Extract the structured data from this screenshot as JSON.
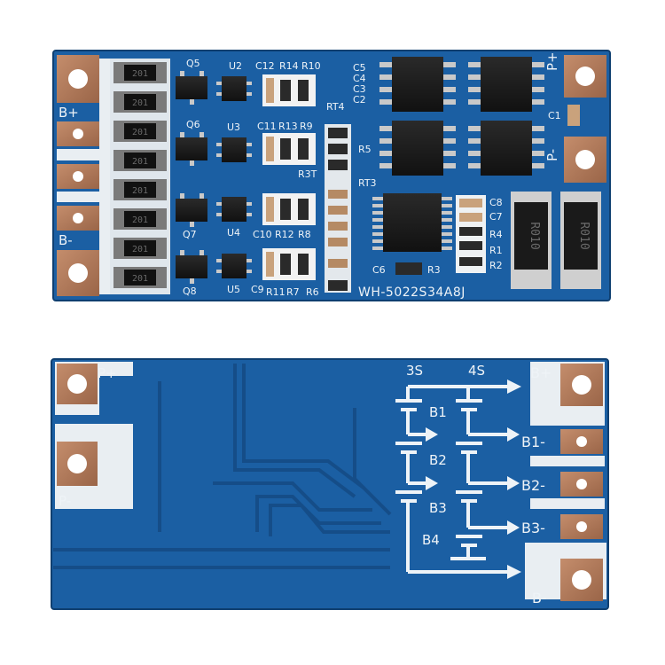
{
  "top_board": {
    "edge_labels": {
      "b_plus": "B+",
      "b_minus": "B-",
      "p_plus": "P+",
      "p_minus": "P-"
    },
    "model_marking": "WH-5022S34A8J",
    "resistor_code": "201",
    "shunt_code": "R010",
    "refdes": {
      "q5": "Q5",
      "q6": "Q6",
      "q7": "Q7",
      "q8": "Q8",
      "u2": "U2",
      "u3": "U3",
      "u4": "U4",
      "u5": "U5",
      "c12": "C12",
      "r14": "R14",
      "r10": "R10",
      "c11": "C11",
      "r13": "R13",
      "r9": "R9",
      "c10": "C10",
      "r12": "R12",
      "r8": "R8",
      "c9": "C9",
      "r11": "R11",
      "r7": "R7",
      "r6": "R6",
      "rt4": "RT4",
      "r3t": "R3T",
      "rt3": "RT3",
      "r5": "R5",
      "c5": "C5",
      "c4": "C4",
      "c3": "C3",
      "c2": "C2",
      "c1": "C1",
      "c8": "C8",
      "c7": "C7",
      "r4": "R4",
      "r1": "R1",
      "r2": "R2",
      "c6": "C6",
      "r3": "R3"
    }
  },
  "bottom_board": {
    "edge_labels": {
      "p_plus": "P+",
      "p_minus": "P-",
      "b_plus": "B+",
      "b1": "B1-",
      "b2": "B2-",
      "b3": "B3-",
      "b_minus": "B-"
    },
    "config_labels": {
      "s3": "3S",
      "s4": "4S"
    },
    "cell_labels": {
      "b1": "B1",
      "b2": "B2",
      "b3": "B3",
      "b4": "B4"
    }
  },
  "colors": {
    "pcb": "#1b5fa3",
    "pcb_dark": "#154d88",
    "copper": "#b07a5c",
    "silk": "#eef3f7",
    "chip": "#1a1a1a"
  }
}
